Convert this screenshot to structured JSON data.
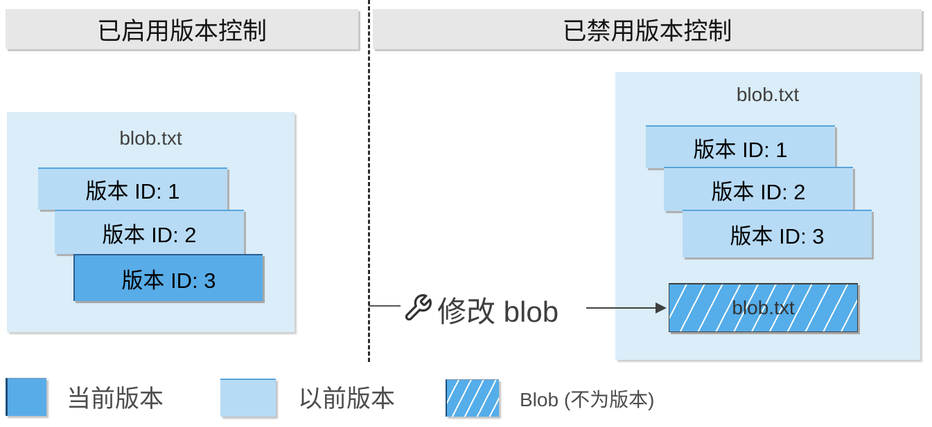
{
  "headers": {
    "left": "已启用版本控制",
    "right": "已禁用版本控制"
  },
  "versioning_enabled_panel": {
    "file_label": "blob.txt",
    "versions": [
      {
        "label": "版本 ID: 1",
        "state": "previous"
      },
      {
        "label": "版本 ID: 2",
        "state": "previous"
      },
      {
        "label": "版本 ID: 3",
        "state": "current"
      }
    ]
  },
  "versioning_disabled_panel": {
    "file_label": "blob.txt",
    "versions": [
      {
        "label": "版本 ID: 1",
        "state": "previous"
      },
      {
        "label": "版本 ID: 2",
        "state": "previous"
      },
      {
        "label": "版本 ID: 3",
        "state": "previous"
      }
    ],
    "blob_box_label": "blob.txt"
  },
  "action": {
    "icon": "wrench-icon",
    "label": "修改 blob"
  },
  "legend": [
    {
      "swatch": "current-version",
      "label": "当前版本"
    },
    {
      "swatch": "previous-version",
      "label": "以前版本"
    },
    {
      "swatch": "blob-not-a-version",
      "label": "Blob (不为版本)"
    }
  ],
  "colors": {
    "current_version": "#58ace8",
    "previous_version": "#b7dbf5",
    "panel_background": "#daedf8",
    "header_background": "#e7e7e7",
    "hatched_blob": "#55ade9",
    "annotation_text": "#3f3f3f"
  }
}
